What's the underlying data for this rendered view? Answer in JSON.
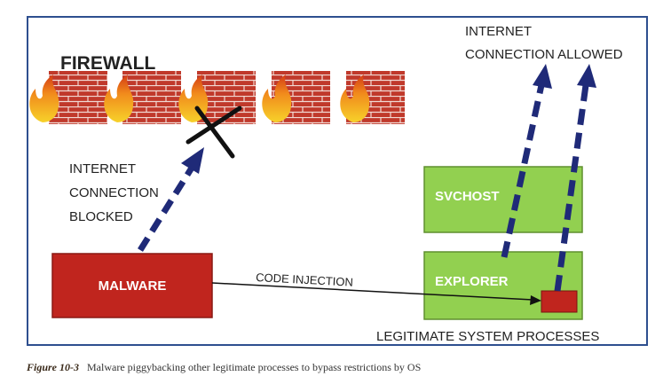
{
  "diagram": {
    "firewall_label": "FIREWALL",
    "blocked_label": [
      "INTERNET",
      "CONNECTION",
      "BLOCKED"
    ],
    "allowed_label": [
      "INTERNET",
      "CONNECTION ALLOWED"
    ],
    "malware_label": "MALWARE",
    "code_injection_label": "CODE INJECTION",
    "svchost_label": "SVCHOST",
    "explorer_label": "EXPLORER",
    "processes_label": "LEGITIMATE SYSTEM PROCESSES",
    "colors": {
      "frame": "#2e4f8f",
      "malware_box": "#c0251e",
      "process_box": "#92d050",
      "arrow": "#1f2a78",
      "brick": "#c0392b"
    }
  },
  "caption": {
    "figure_number": "Figure 10-3",
    "text": "Malware piggybacking other legitimate processes to bypass restrictions by OS"
  }
}
